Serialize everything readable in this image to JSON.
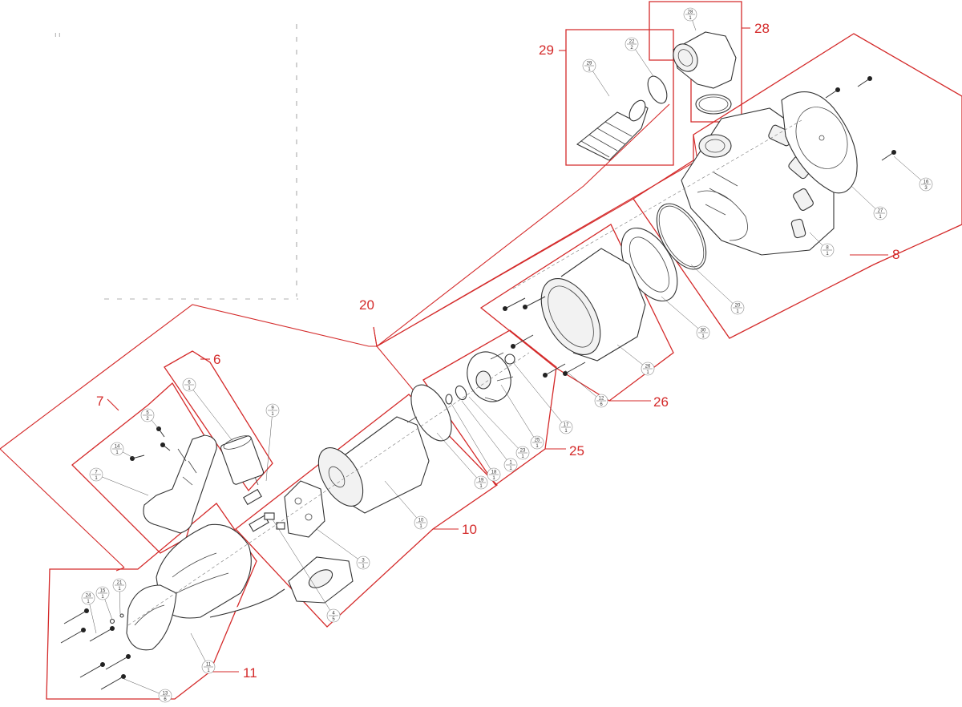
{
  "group_labels": {
    "g29": "29",
    "g28": "28",
    "g8": "8",
    "g20": "20",
    "g6": "6",
    "g7": "7",
    "g26": "26",
    "g25": "25",
    "g10": "10",
    "g11": "11"
  },
  "callouts": [
    {
      "num": "28",
      "qty": "1"
    },
    {
      "num": "22",
      "qty": "2"
    },
    {
      "num": "29",
      "qty": "1"
    },
    {
      "num": "16",
      "qty": "3"
    },
    {
      "num": "27",
      "qty": "1"
    },
    {
      "num": "8",
      "qty": "1"
    },
    {
      "num": "20",
      "qty": "1"
    },
    {
      "num": "30",
      "qty": "1"
    },
    {
      "num": "26",
      "qty": "1"
    },
    {
      "num": "12",
      "qty": "6"
    },
    {
      "num": "17",
      "qty": "1"
    },
    {
      "num": "25",
      "qty": "1"
    },
    {
      "num": "23",
      "qty": "1"
    },
    {
      "num": "1",
      "qty": "1"
    },
    {
      "num": "18",
      "qty": "1"
    },
    {
      "num": "19",
      "qty": "1"
    },
    {
      "num": "10",
      "qty": "1"
    },
    {
      "num": "9",
      "qty": "1"
    },
    {
      "num": "6",
      "qty": "1"
    },
    {
      "num": "5",
      "qty": "2"
    },
    {
      "num": "14",
      "qty": "1"
    },
    {
      "num": "7",
      "qty": "1"
    },
    {
      "num": "3",
      "qty": "1"
    },
    {
      "num": "4",
      "qty": "5"
    },
    {
      "num": "21",
      "qty": "1"
    },
    {
      "num": "15",
      "qty": "1"
    },
    {
      "num": "24",
      "qty": "1"
    },
    {
      "num": "11",
      "qty": "1"
    },
    {
      "num": "13",
      "qty": "6"
    }
  ]
}
